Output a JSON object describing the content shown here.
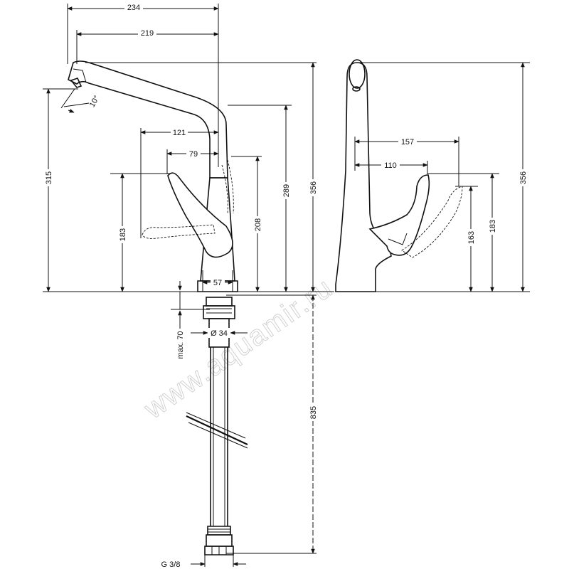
{
  "watermark": "www.aquamir.ru",
  "front_view": {
    "dims": {
      "width_234": "234",
      "width_219": "219",
      "angle": "10°",
      "width_121": "121",
      "width_79": "79",
      "base_57": "57",
      "height_315": "315",
      "height_183": "183",
      "height_208": "208",
      "height_289": "289",
      "height_356": "356",
      "hole_dia": "Ø 34",
      "max_thickness": "max. 70",
      "hose_835": "835",
      "thread": "G 3/8"
    }
  },
  "side_view": {
    "dims": {
      "width_157": "157",
      "width_110": "110",
      "height_163": "163",
      "height_183": "183",
      "height_356": "356"
    }
  }
}
